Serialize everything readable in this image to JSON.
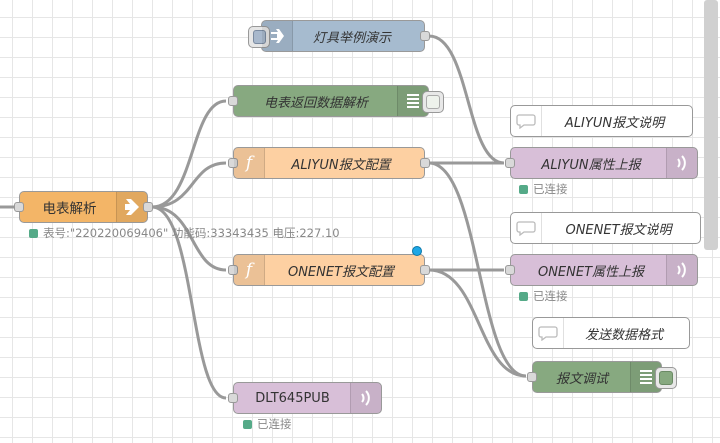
{
  "colors": {
    "inject": "#a6bbcf",
    "function": "#fdd0a2",
    "debug": "#87a980",
    "mqtt": "#d8bfd8",
    "parser": "#f3b567",
    "connected": "#55aa88",
    "selected": "#1ea7e6"
  },
  "nodes": {
    "inject_demo": {
      "label": "灯具举例演示",
      "icon": "arrow-right-icon"
    },
    "meter_debug": {
      "label": "电表返回数据解析",
      "icon": "list-icon"
    },
    "aliyun_func": {
      "label": "ALIYUN报文配置",
      "icon": "function-icon"
    },
    "onenet_func": {
      "label": "ONENET报文配置",
      "icon": "function-icon"
    },
    "meter_parse": {
      "label": "电表解析",
      "icon": "arrow-right-icon",
      "status": "表号:\"220220069406\" 功能码:33343435 电压:227.10"
    },
    "dlt_pub": {
      "label": "DLT645PUB",
      "icon": "signal-icon",
      "status": "已连接"
    },
    "aliyun_comment": {
      "label": "ALIYUN报文说明",
      "icon": "comment-icon"
    },
    "aliyun_out": {
      "label": "ALIYUN属性上报",
      "icon": "signal-icon",
      "status": "已连接"
    },
    "onenet_comment": {
      "label": "ONENET报文说明",
      "icon": "comment-icon"
    },
    "onenet_out": {
      "label": "ONENET属性上报",
      "icon": "signal-icon",
      "status": "已连接"
    },
    "format_comment": {
      "label": "发送数据格式",
      "icon": "comment-icon"
    },
    "debug_msg": {
      "label": "报文调试",
      "icon": "list-icon"
    }
  }
}
